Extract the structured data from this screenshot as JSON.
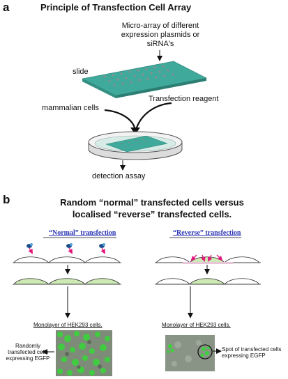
{
  "panel_a": {
    "letter": "a",
    "title": "Principle of Transfection Cell Array",
    "microarray_label": [
      "Micro-array of different",
      "expression plasmids or",
      "siRNA's"
    ],
    "slide_label": "slide",
    "cells_label": "mammalian cells",
    "reagent_label": "Transfection reagent",
    "assay_label": "detection assay"
  },
  "panel_b": {
    "letter": "b",
    "title_line1": "Random “normal” transfected cells versus",
    "title_line2": "localised “reverse” transfected cells.",
    "normal": {
      "header": "“Normal” transfection",
      "monolayer_label": "Monolayer of HEK293 cells.",
      "callout": [
        "Randomly",
        "transfected cells",
        "expressing EGFP"
      ]
    },
    "reverse": {
      "header": "“Reverse” transfection",
      "monolayer_label": "Monolayer of HEK293 cells.",
      "callout": [
        "Spot of transfected cells",
        "expressing EGFP"
      ]
    }
  },
  "colors": {
    "slide_teal": "#3fa99b",
    "cell_green": "#cde9b4",
    "pink_arrow": "#e0177d",
    "header_blue": "#2b35b4",
    "egfp_green": "#3bd23b"
  }
}
